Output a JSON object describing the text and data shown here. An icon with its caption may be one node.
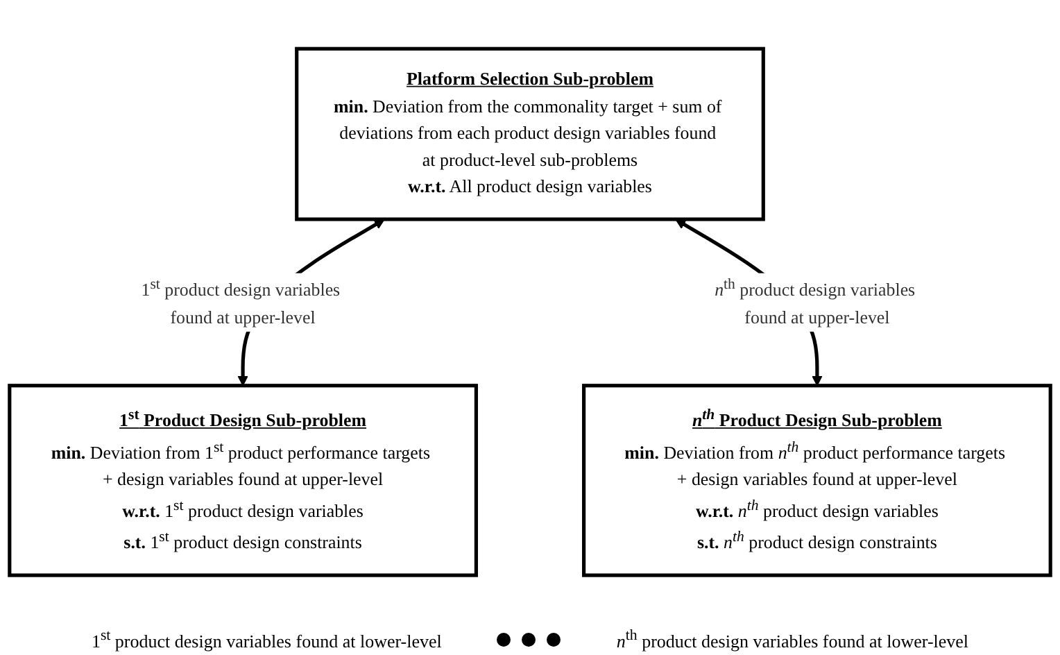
{
  "diagram": {
    "nodes": [
      {
        "text": [
          "Platform Selection Sub-problem",
          "**min.** Deviation from the commonality target + sum of deviations from each product design variables found at product-level sub-problems",
          "**w.r.t.** All product design variables"
        ]
      },
      {
        "text": [
          "1$^{st}$ Product Design Sub-problem",
          "**min.** Deviation from 1$^{st}$ product performance targets + design variables found at upper-level",
          "**w.r.t.** 1$^{st}$ product design variables",
          "**s.t.** 1$^{st}$ product design constraints"
        ]
      },
      {
        "text": [
          "*n$^{th}$* Product Design Sub-problem",
          "**min.** Deviation from *n$^{th}$* product performance targets + design variables found at upper-level",
          "**w.r.t.** *n$^{th}$* product design variables",
          "**s.t.** *n$^{th}$* product design constraints"
        ]
      }
    ],
    "edges": [
      {
        "from": 0,
        "to": 1,
        "arrow": "both",
        "label": "1$^{st}$ product design variables found at upper-level"
      },
      {
        "from": 0,
        "to": 2,
        "arrow": "both",
        "label": "*n*$^{th}$ product design variables found at upper-level"
      }
    ],
    "labels": [
      "1$^{st}$ product design variables found at lower-level",
      "*n*$^{th}$ product design variables found at lower-level"
    ]
  }
}
